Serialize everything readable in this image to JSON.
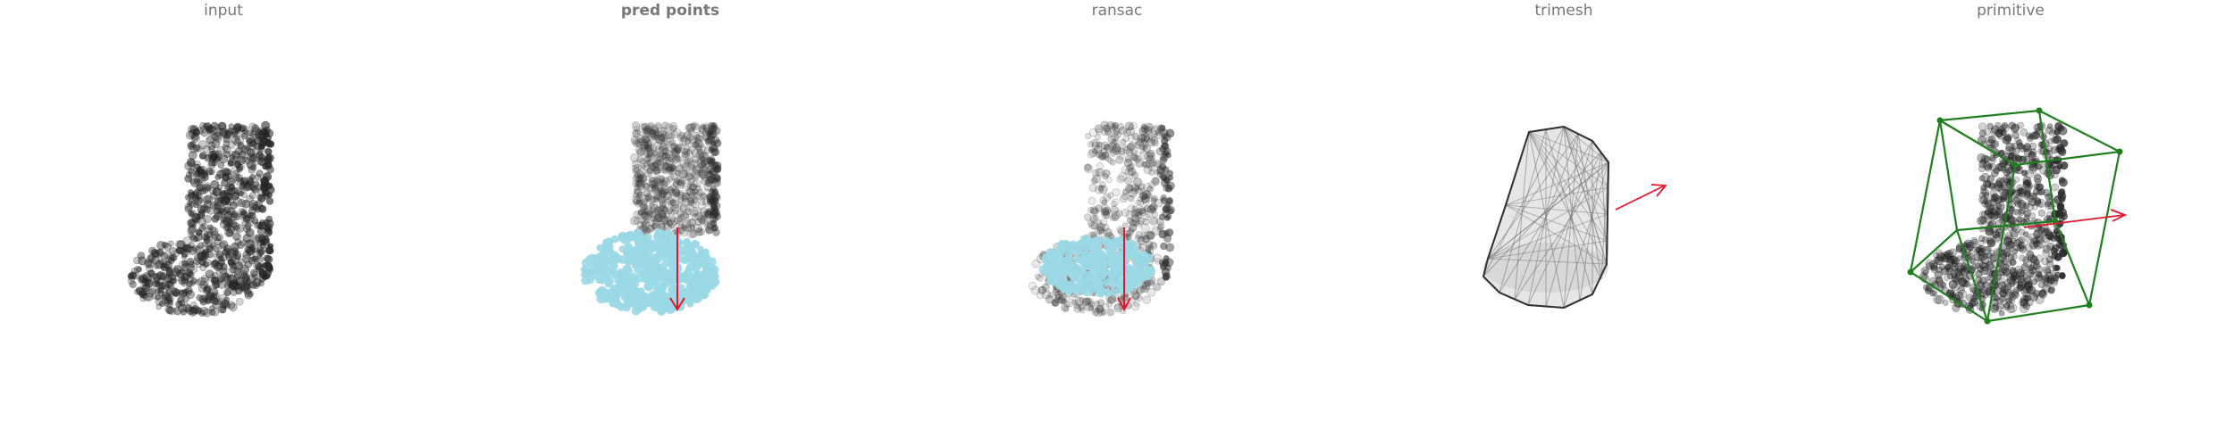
{
  "panels": [
    {
      "title": "input",
      "bold": false
    },
    {
      "title": "pred points",
      "bold": true
    },
    {
      "title": "ransac",
      "bold": false
    },
    {
      "title": "trimesh",
      "bold": false
    },
    {
      "title": "primitive",
      "bold": false
    }
  ],
  "colors": {
    "title_text": "#777777",
    "points_dark": "#2b2b2b",
    "points_light": "#9a9a9a",
    "predicted_points": "#9ad8e6",
    "direction_arrow": "#e0182e",
    "bounding_box": "#1e7f1e",
    "mesh_fill": "#d9d9d9",
    "mesh_edge": "#555555"
  }
}
